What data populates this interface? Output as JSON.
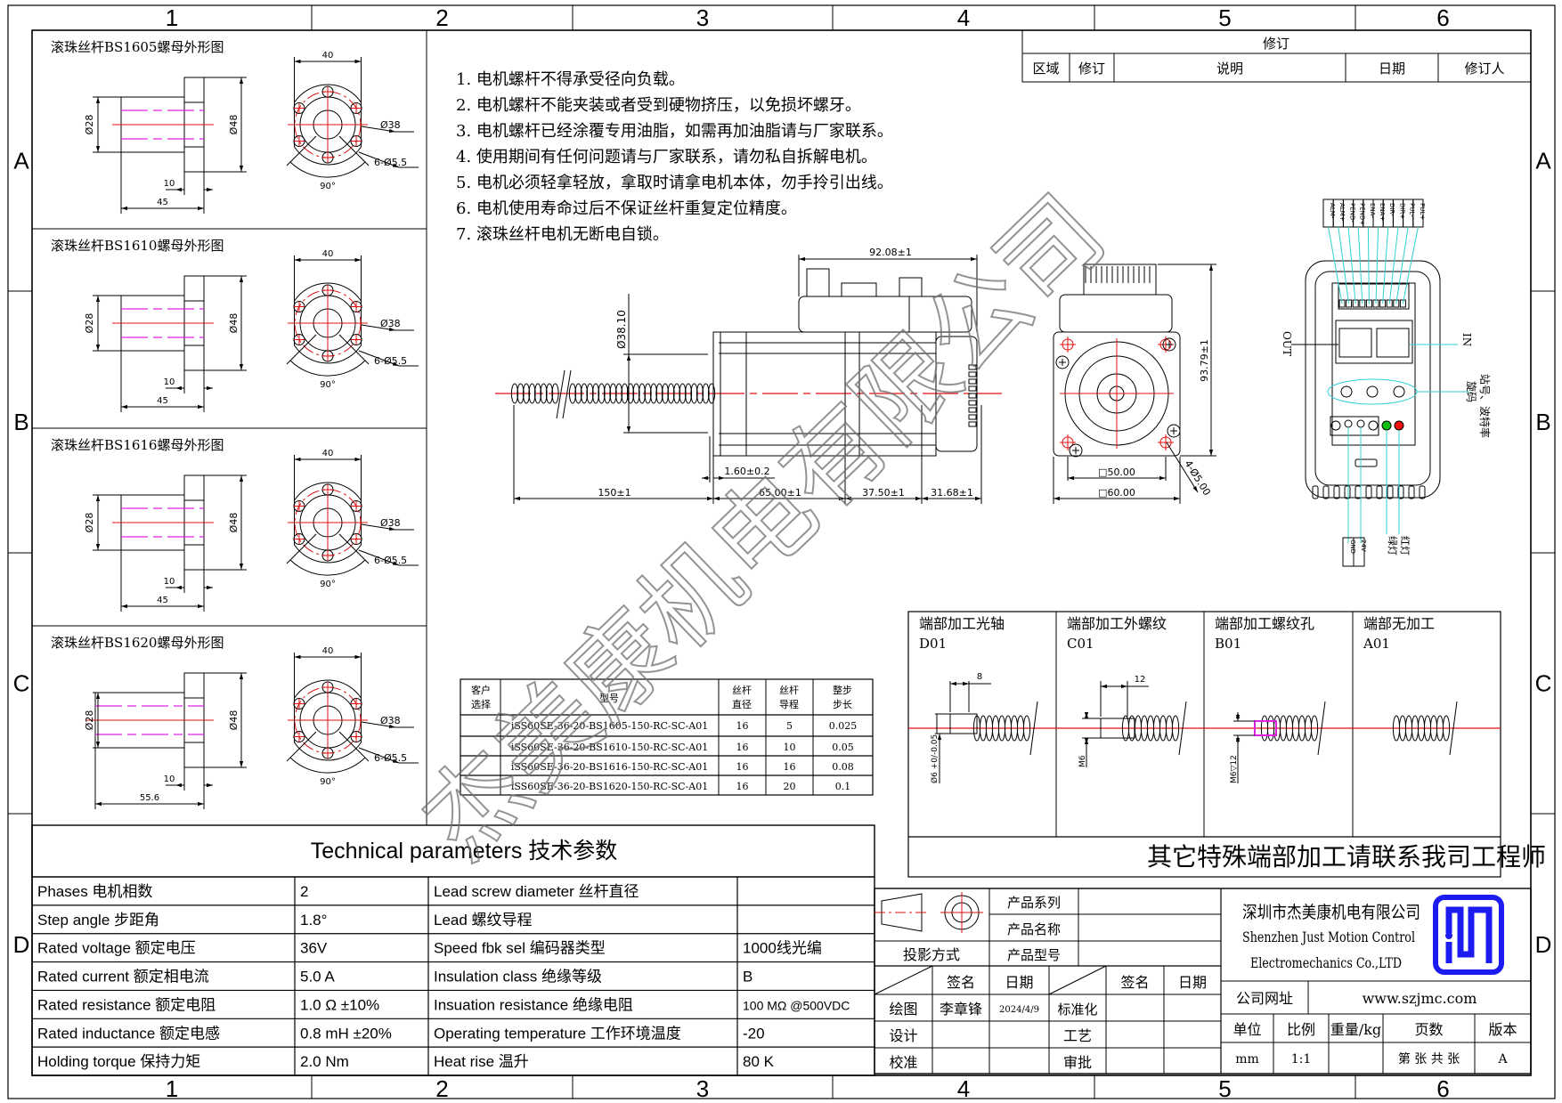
{
  "zones": {
    "cols": [
      "1",
      "2",
      "3",
      "4",
      "5",
      "6"
    ],
    "rows": [
      "A",
      "B",
      "C",
      "D"
    ]
  },
  "nut_panels": [
    {
      "title": "滚珠丝杆BS1605螺母外形图",
      "width": "40",
      "flange_dia": "Ø48",
      "body_dia": "Ø28",
      "pcd": "Ø38",
      "holes": "6-Ø5.5",
      "angle": "90°",
      "flange_thk": "10",
      "length": "45"
    },
    {
      "title": "滚珠丝杆BS1610螺母外形图",
      "width": "40",
      "flange_dia": "Ø48",
      "body_dia": "Ø28",
      "pcd": "Ø38",
      "holes": "6-Ø5.5",
      "angle": "90°",
      "flange_thk": "10",
      "length": "45"
    },
    {
      "title": "滚珠丝杆BS1616螺母外形图",
      "width": "40",
      "flange_dia": "Ø48",
      "body_dia": "Ø28",
      "pcd": "Ø38",
      "holes": "6-Ø5.5",
      "angle": "90°",
      "flange_thk": "10",
      "length": "45"
    },
    {
      "title": "滚珠丝杆BS1620螺母外形图",
      "width": "40",
      "flange_dia": "Ø48",
      "body_dia": "Ø28",
      "pcd": "Ø38",
      "holes": "6-Ø5.5",
      "angle": "90°",
      "flange_thk": "10",
      "length": "55.6"
    }
  ],
  "notes": [
    "1.  电机螺杆不得承受径向负载。",
    "2.  电机螺杆不能夹装或者受到硬物挤压，以免损坏螺牙。",
    "3.  电机螺杆已经涂覆专用油脂，如需再加油脂请与厂家联系。",
    "4.  使用期间有任何问题请与厂家联系，请勿私自拆解电机。",
    "5.  电机必须轻拿轻放，拿取时请拿电机本体，勿手拎引出线。",
    "6.  电机使用寿命过后不保证丝杆重复定位精度。",
    "7.  滚珠丝杆电机无断电自锁。"
  ],
  "revision": {
    "title": "修订",
    "headers": [
      "区域",
      "修订",
      "说明",
      "日期",
      "修订人"
    ]
  },
  "motor_dims": {
    "total_width": "92.08±1",
    "shaft_dia": "Ø38.10",
    "screw_len": "150±1",
    "body_len": "65.00±1",
    "seg2": "37.50±1",
    "seg3": "31.68±1",
    "flange_gap": "1.60±0.2",
    "height": "93.79±1",
    "hole_pitch": "□50.00",
    "square": "□60.00",
    "mount_holes": "4-Ø5.00"
  },
  "driver": {
    "pins": [
      "ALM-",
      "ALM+",
      "PEND-",
      "PEND+",
      "ENA-",
      "ENA+",
      "DIR-",
      "DIR+",
      "PUL-",
      "PUL+"
    ],
    "out": "OUT",
    "in": "IN",
    "dial_line1": "站号、波特率",
    "dial_line2": "旋码",
    "power": [
      "GND",
      "24V"
    ],
    "led_green": "绿灯",
    "led_red": "红灯"
  },
  "model_table": {
    "headers": [
      "客户",
      "选择",
      "型号",
      "丝杆",
      "直径",
      "丝杆",
      "导程",
      "整步",
      "步长"
    ],
    "rows": [
      [
        "",
        "iSS60SE-36-20-BS1605-150-RC-SC-A01",
        "16",
        "5",
        "0.025"
      ],
      [
        "",
        "iSS60SE-36-20-BS1610-150-RC-SC-A01",
        "16",
        "10",
        "0.05"
      ],
      [
        "",
        "iSS60SE-36-20-BS1616-150-RC-SC-A01",
        "16",
        "16",
        "0.08"
      ],
      [
        "",
        "iSS60SE-36-20-BS1620-150-RC-SC-A01",
        "16",
        "20",
        "0.1"
      ]
    ]
  },
  "end_options": {
    "items": [
      {
        "title": "端部加工光轴",
        "code": "D01",
        "dim1": "8",
        "dim2": "Ø6 +0/-0.05"
      },
      {
        "title": "端部加工外螺纹",
        "code": "C01",
        "dim1": "12",
        "dim2": "M6"
      },
      {
        "title": "端部加工螺纹孔",
        "code": "B01",
        "dim1": "",
        "dim2": "M6▽12"
      },
      {
        "title": "端部无加工",
        "code": "A01",
        "dim1": "",
        "dim2": ""
      }
    ],
    "footer": "其它特殊端部加工请联系我司工程师"
  },
  "tech_params": {
    "title": "Technical parameters 技术参数",
    "rows": [
      [
        "Phases 电机相数",
        "2",
        "Lead screw diameter 丝杆直径",
        ""
      ],
      [
        "Step angle 步距角",
        "1.8°",
        "Lead 螺纹导程",
        ""
      ],
      [
        "Rated voltage 额定电压",
        "36V",
        "Speed fbk sel  编码器类型",
        "1000线光编"
      ],
      [
        "Rated current 额定相电流",
        "5.0 A",
        "Insulation class 绝缘等级",
        "B"
      ],
      [
        "Rated resistance 额定电阻",
        "1.0 Ω  ±10%",
        "Insuation resistance 绝缘电阻",
        "100 MΩ @500VDC"
      ],
      [
        "Rated inductance 额定电感",
        "0.8 mH ±20%",
        "Operating temperature 工作环境温度",
        "-20"
      ],
      [
        "Holding torque 保持力矩",
        "2.0 Nm",
        "Heat rise 温升",
        "80 K"
      ]
    ]
  },
  "title_block": {
    "projection": "投影方式",
    "product_series": "产品系列",
    "product_name": "产品名称",
    "product_model": "产品型号",
    "sign": "签名",
    "date": "日期",
    "drawn": "绘图",
    "drawn_by": "李章锋",
    "drawn_date": "2024/4/9",
    "standard": "标准化",
    "design": "设计",
    "process": "工艺",
    "check": "校准",
    "approve": "审批",
    "company_cn": "深圳市杰美康机电有限公司",
    "company_en1": "Shenzhen Just Motion Control",
    "company_en2": "Electromechanics Co.,LTD",
    "website_label": "公司网址",
    "website": "www.szjmc.com",
    "unit_label": "单位",
    "scale_label": "比例",
    "weight_label": "重量/kg",
    "pages_label": "页数",
    "version_label": "版本",
    "unit": "mm",
    "scale": "1:1",
    "weight": "",
    "pages": "第 张 共 张",
    "version": "A",
    "logo_text": "JM"
  },
  "watermark": "杰美康机电有限公司",
  "colors": {
    "centerline": "#e01010",
    "hidden": "#e020e0",
    "leader": "#30d0d0",
    "logo": "#1c1cf0",
    "led_green": "#10c010",
    "led_red": "#f01010"
  }
}
